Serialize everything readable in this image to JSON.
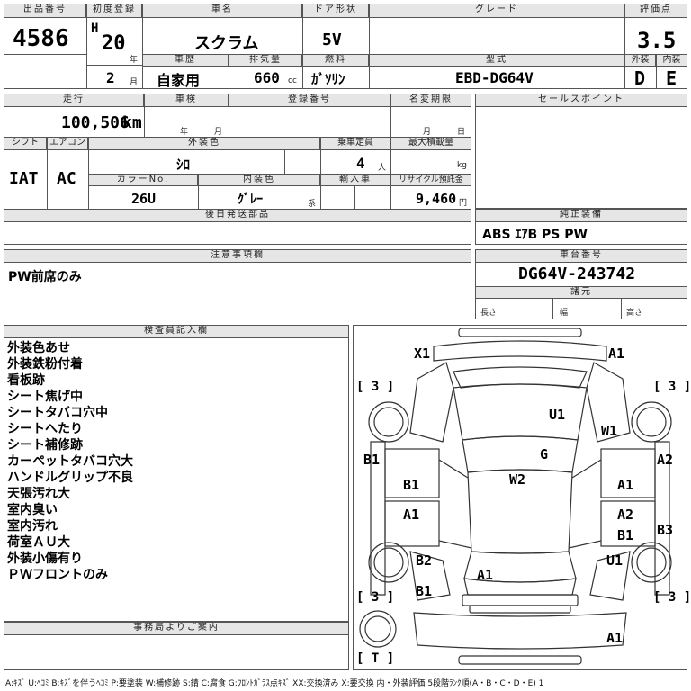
{
  "top": {
    "lot_header": "出品番号",
    "lot_number": "4586",
    "first_reg_header": "初度登録",
    "era": "H",
    "year": "20",
    "year_unit": "年",
    "month": "2",
    "month_unit": "月",
    "car_name_header": "車名",
    "car_name": "スクラム",
    "door_header": "ドア形状",
    "door": "5V",
    "grade_header": "グレード",
    "grade": "",
    "score_header": "評価点",
    "score": "3.5",
    "history_header": "車歴",
    "history": "自家用",
    "displacement_header": "排気量",
    "displacement": "660",
    "displacement_unit": "cc",
    "fuel_header": "燃料",
    "fuel": "ｶﾞｿﾘﾝ",
    "model_header": "型式",
    "model": "EBD-DG64V",
    "exterior_grade_header": "外装",
    "exterior_grade": "D",
    "interior_grade_header": "内装",
    "interior_grade": "E"
  },
  "mid": {
    "mileage_header": "走行",
    "mileage": "100,506",
    "mileage_unit": "km",
    "inspection_header": "車検",
    "inspection_year_unit": "年",
    "inspection_month_unit": "月",
    "reg_number_header": "登録番号",
    "name_expiry_header": "名変期限",
    "name_expiry_month_unit": "月",
    "name_expiry_day_unit": "日",
    "sales_point_header": "セールスポイント",
    "shift_header": "シフト",
    "shift": "IAT",
    "ac_header": "エアコン",
    "ac": "AC",
    "ext_color_header": "外装色",
    "ext_color": "ｼﾛ",
    "capacity_header": "乗車定員",
    "capacity": "4",
    "capacity_unit": "人",
    "max_load_header": "最大積載量",
    "max_load_unit": "kg",
    "color_no_header": "カラーNo.",
    "color_no": "26U",
    "int_color_header": "内装色",
    "int_color": "ｸﾞﾚｰ",
    "int_color_unit": "系",
    "import_header": "輸入車",
    "recycle_header": "リサイクル預託金",
    "recycle": "9,460",
    "recycle_unit": "円",
    "later_parts_header": "後日発送部品",
    "equipment_header": "純正装備",
    "equipment": "ABS ｴｱB PS PW"
  },
  "notes": {
    "caution_header": "注意事項欄",
    "caution": "PW前席のみ",
    "chassis_header": "車台番号",
    "chassis": "DG64V-243742",
    "dims_header": "諸元",
    "length_label": "長さ",
    "width_label": "幅",
    "height_label": "高さ"
  },
  "inspector": {
    "header": "検査員記入欄",
    "remarks": [
      "外装色あせ",
      "外装鉄粉付着",
      "看板跡",
      "シート焦げ中",
      "シートタバコ穴中",
      "シートへたり",
      "シート補修跡",
      "カーペットタバコ穴大",
      "ハンドルグリップ不良",
      "天張汚れ大",
      "室内臭い",
      "室内汚れ",
      "荷室ＡＵ大",
      "外装小傷有り",
      "ＰＷフロントのみ"
    ],
    "office_header": "事務局よりご案内"
  },
  "diagram": {
    "marks": {
      "x1": "X1",
      "a1_top": "A1",
      "tire_fl": "[ 3 ]",
      "tire_fr": "[ 3 ]",
      "u1_hood": "U1",
      "w1": "W1",
      "g": "G",
      "b1_left": "B1",
      "a2_right": "A2",
      "b1_leftdoor": "B1",
      "w2": "W2",
      "a1_rightdoor": "A1",
      "a1_leftdoor2": "A1",
      "a2_rightdoor2": "A2",
      "b1_rightdoor2": "B1",
      "b3": "B3",
      "b2": "B2",
      "a1_roof": "A1",
      "u1_right": "U1",
      "b1_rear": "B1",
      "tire_rl": "[ 3 ]",
      "tire_rr": "[ 3 ]",
      "spare": "[ T ]",
      "a1_bottom": "A1"
    }
  },
  "footer": "A:ｷｽﾞ U:ﾍｺﾐ B:ｷｽﾞを伴うﾍｺﾐ P:要塗装 W:補修跡 S:錆 C:腐食 G:ﾌﾛﾝﾄｶﾞﾗｽ点ｷｽﾞ XX:交換済み X:要交換 内・外装評価 5段階ﾗﾝｸ順(A・B・C・D・E) 1"
}
